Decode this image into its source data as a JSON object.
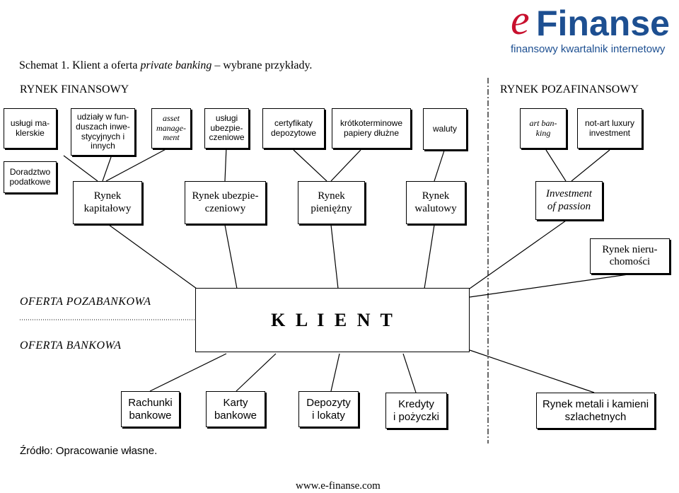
{
  "logo": {
    "e": "e",
    "rest": "Finanse",
    "tagline": "finansowy kwartalnik internetowy"
  },
  "title_prefix": "Schemat 1. Klient a oferta ",
  "title_italic": "private banking",
  "title_suffix": " – wybrane przykłady.",
  "section_left": "RYNEK FINANSOWY",
  "section_right": "RYNEK POZAFINANSOWY",
  "top_boxes": {
    "maklerskie": "usługi ma-\nklerskie",
    "fundusze": "udziały w fun-\nduszach inwe-\nstycyjnych i\ninnych",
    "asset": "asset\nmanage-\nment",
    "ubezpieczeniowe": "usługi\nubezpie-\nczeniowe",
    "certyfikaty": "certyfikaty\ndepozytowe",
    "papiery": "krótkoterminowe\npapiery dłużne",
    "waluty": "waluty",
    "art": "art ban-\nking",
    "luxury": "not-art luxury\ninvestment"
  },
  "doradztwo": "Doradztwo\npodatkowe",
  "markets": {
    "kapitalowy": "Rynek\nkapitałowy",
    "ubezpieczeniowy": "Rynek ubezpie-\nczeniowy",
    "pieniezny": "Rynek\npieniężny",
    "walutowy": "Rynek\nwalutowy",
    "passion": "Investment\nof passion",
    "nieruchomosci": "Rynek nieru-\nchomości"
  },
  "oferta_pozabankowa": "OFERTA POZABANKOWA",
  "oferta_bankowa": "OFERTA BANKOWA",
  "klient": "K L I E N T",
  "bottom_boxes": {
    "rachunki": "Rachunki\nbankowe",
    "karty": "Karty\nbankowe",
    "depozyty": "Depozyty\ni lokaty",
    "kredyty": "Kredyty\ni pożyczki",
    "metale": "Rynek metali i kamieni\nszlachetnych"
  },
  "source": "Źródło: Opracowanie własne.",
  "footer_url": "www.e-finanse.com"
}
